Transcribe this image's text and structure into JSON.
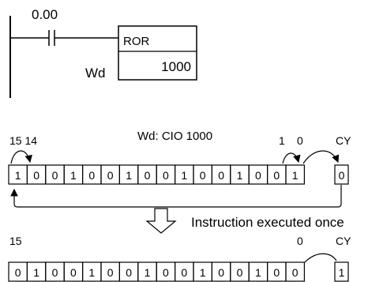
{
  "ladder": {
    "contact_address": "0.00",
    "instruction": "ROR",
    "operand_label": "Wd",
    "operand_value": "1000"
  },
  "before": {
    "title": "Wd: CIO 1000",
    "bit_label_left": "15 14",
    "bit_label_1": "1",
    "bit_label_0": "0",
    "carry_label": "CY",
    "bits": [
      "1",
      "0",
      "0",
      "1",
      "0",
      "0",
      "1",
      "0",
      "0",
      "1",
      "0",
      "0",
      "1",
      "0",
      "0",
      "1"
    ],
    "carry": "0"
  },
  "step_label": "Instruction executed once",
  "after": {
    "bit_label_left": "15",
    "bit_label_0": "0",
    "carry_label": "CY",
    "bits": [
      "0",
      "1",
      "0",
      "0",
      "1",
      "0",
      "0",
      "1",
      "0",
      "0",
      "1",
      "0",
      "0",
      "1",
      "0",
      "0"
    ],
    "carry": "1"
  }
}
